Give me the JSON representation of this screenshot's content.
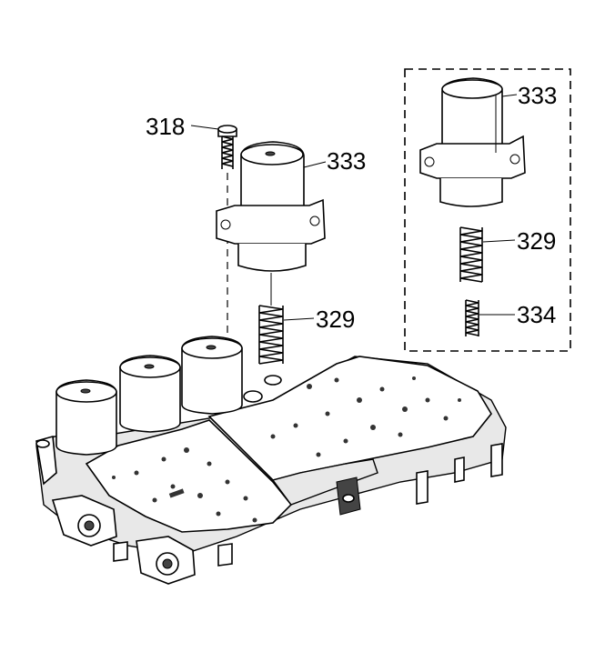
{
  "callouts": {
    "bolt": "318",
    "solenoid_main": "333",
    "spring_main": "329",
    "solenoid_inset": "333",
    "spring_inset_large": "329",
    "spring_inset_small": "334"
  },
  "colors": {
    "ink": "#000000",
    "paper": "#ffffff",
    "shade": "#e8e8e8"
  }
}
